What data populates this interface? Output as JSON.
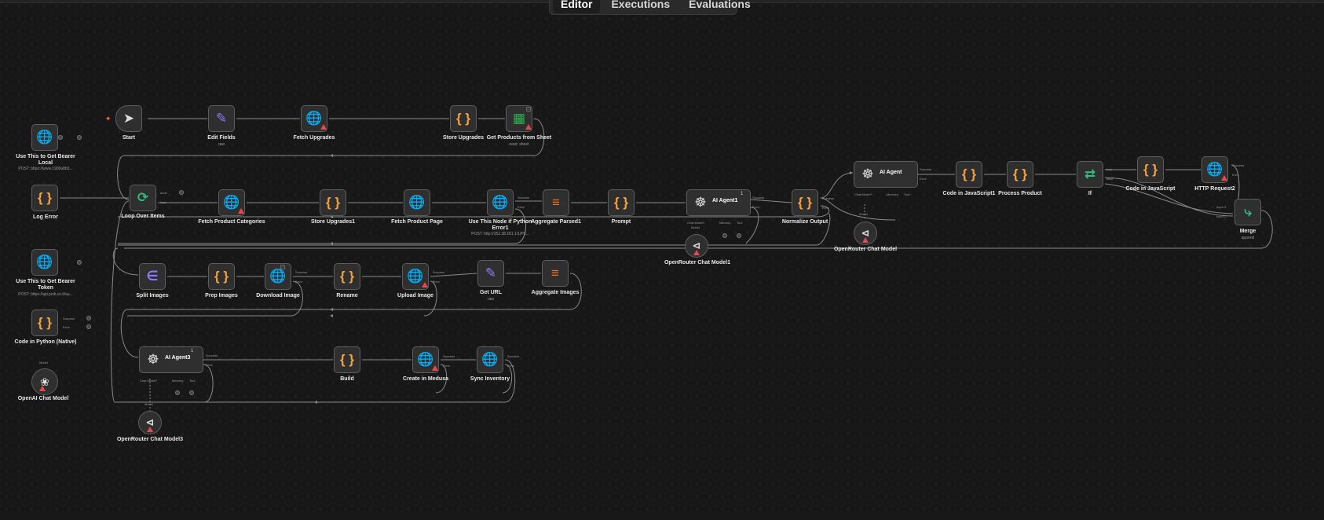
{
  "tabs": [
    {
      "label": "Editor",
      "active": true
    },
    {
      "label": "Executions",
      "active": false
    },
    {
      "label": "Evaluations",
      "active": false
    }
  ],
  "colors": {
    "canvas": "#181818",
    "node_bg": "#2f2f2f",
    "edge": "#8a8a8a",
    "http_icon": "#8a7cf6",
    "code_icon": "#f4a340",
    "aggregate_icon": "#f26b21",
    "if_icon": "#35b97a",
    "sheets_icon": "#2fb24f",
    "warning": "#e5484d"
  },
  "nodes": {
    "bearer_local": {
      "label": "Use This to Get Bearer Local",
      "sub": "POST: https://www.1906a8b0...",
      "icon": "globe-icon"
    },
    "log_error": {
      "label": "Log Error",
      "icon": "code-braces-icon"
    },
    "bearer_token": {
      "label": "Use This to Get Bearer Token",
      "sub": "POST: https://api.pcdi.co.il/au...",
      "icon": "globe-icon"
    },
    "code_python": {
      "label": "Code in Python (Native)",
      "icon": "code-braces-icon",
      "ports": [
        "Success",
        "Error"
      ]
    },
    "openai_model": {
      "label": "OpenAI Chat Model",
      "top": "Model",
      "icon": "openai-icon"
    },
    "start": {
      "label": "Start",
      "icon": "cursor-click-icon"
    },
    "edit_fields": {
      "label": "Edit Fields",
      "sub": "raw",
      "icon": "pencil-icon"
    },
    "fetch_upgrades": {
      "label": "Fetch Upgrades",
      "icon": "globe-icon"
    },
    "store_upgrades": {
      "label": "Store Upgrades",
      "icon": "code-braces-icon"
    },
    "get_products_sheet": {
      "label": "Get Products from Sheet",
      "sub": "read: sheet",
      "icon": "google-sheets-icon"
    },
    "loop_items": {
      "label": "Loop Over Items",
      "icon": "loop-icon",
      "ports": [
        "done",
        "loop"
      ]
    },
    "fetch_categories": {
      "label": "Fetch Product Categories",
      "icon": "globe-icon"
    },
    "store_upgrades1": {
      "label": "Store Upgrades1",
      "icon": "code-braces-icon"
    },
    "fetch_product_page": {
      "label": "Fetch Product Page",
      "icon": "globe-icon"
    },
    "python_error": {
      "label": "Use This Node if Python Error1",
      "sub": "POST: http://152.38.161.1/1/P5...",
      "icon": "globe-icon",
      "ports": [
        "Success",
        "Error"
      ]
    },
    "aggregate_parsed": {
      "label": "Aggregate Parsed1",
      "icon": "aggregate-icon"
    },
    "prompt": {
      "label": "Prompt",
      "icon": "code-braces-icon"
    },
    "ai_agent1": {
      "label": "AI Agent1",
      "icon": "robot-icon",
      "ports": [
        "Success",
        "Error"
      ],
      "subports": [
        "Chat Model*",
        "Memory",
        "Tool"
      ],
      "badge": "1"
    },
    "normalize_output": {
      "label": "Normalize Output",
      "icon": "code-braces-icon",
      "ports": [
        "Success",
        "Error"
      ]
    },
    "openrouter1": {
      "label": "OpenRouter Chat Model1",
      "top": "Model",
      "icon": "openrouter-icon"
    },
    "ai_agent": {
      "label": "AI Agent",
      "icon": "robot-icon",
      "ports": [
        "Success",
        "Error"
      ],
      "subports": [
        "Chat Model*",
        "Memory",
        "Tool"
      ]
    },
    "openrouter": {
      "label": "OpenRouter Chat Model",
      "top": "Model",
      "icon": "openrouter-icon"
    },
    "code_js1": {
      "label": "Code in JavaScript1",
      "icon": "code-braces-icon"
    },
    "process_product": {
      "label": "Process Product",
      "icon": "code-braces-icon"
    },
    "if_node": {
      "label": "If",
      "icon": "if-branch-icon",
      "ports": [
        "true",
        "false"
      ]
    },
    "code_js": {
      "label": "Code in JavaScript",
      "icon": "code-braces-icon"
    },
    "http_request2": {
      "label": "HTTP Request2",
      "icon": "globe-icon",
      "ports": [
        "Success",
        "Error"
      ]
    },
    "merge": {
      "label": "Merge",
      "sub": "append",
      "icon": "merge-icon",
      "ports": [
        "Input 1",
        "Input 2"
      ]
    },
    "split_images": {
      "label": "Split Images",
      "icon": "split-icon"
    },
    "prep_images": {
      "label": "Prep Images",
      "icon": "code-braces-icon"
    },
    "download_image": {
      "label": "Download Image",
      "icon": "globe-icon",
      "ports": [
        "Success",
        "Error"
      ]
    },
    "rename": {
      "label": "Rename",
      "icon": "code-braces-icon"
    },
    "upload_image": {
      "label": "Upload Image",
      "icon": "globe-icon",
      "ports": [
        "Success",
        "Error"
      ]
    },
    "get_url": {
      "label": "Get URL",
      "sub": "raw",
      "icon": "pencil-icon"
    },
    "aggregate_images": {
      "label": "Aggregate Images",
      "icon": "aggregate-icon"
    },
    "ai_agent3": {
      "label": "AI Agent3",
      "icon": "robot-icon",
      "ports": [
        "Success",
        "Error"
      ],
      "subports": [
        "Chat Model*",
        "Memory",
        "Tool"
      ],
      "badge": "1"
    },
    "build": {
      "label": "Build",
      "icon": "code-braces-icon"
    },
    "create_medusa": {
      "label": "Create in Medusa",
      "icon": "globe-icon",
      "ports": [
        "Success",
        "Error"
      ]
    },
    "sync_inventory": {
      "label": "Sync Inventory",
      "icon": "globe-icon",
      "ports": [
        "Success",
        "Error"
      ]
    },
    "openrouter3": {
      "label": "OpenRouter Chat Model3",
      "top": "Model",
      "icon": "openrouter-icon"
    }
  }
}
